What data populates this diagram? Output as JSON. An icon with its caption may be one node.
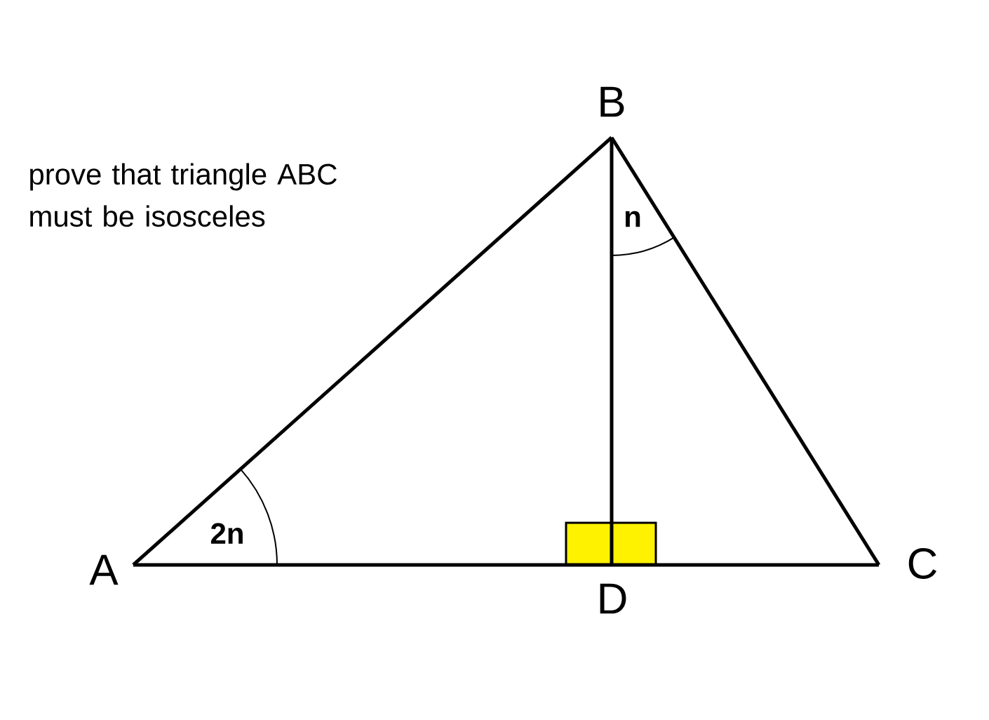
{
  "diagram": {
    "nodes": [
      {
        "text": [
          "A"
        ]
      },
      {
        "text": [
          "B"
        ]
      },
      {
        "text": [
          "C"
        ]
      },
      {
        "text": [
          "D"
        ]
      }
    ],
    "edges": [
      {
        "from": 0,
        "to": 1,
        "arrow": "none"
      },
      {
        "from": 1,
        "to": 2,
        "arrow": "none"
      },
      {
        "from": 0,
        "to": 2,
        "arrow": "none"
      },
      {
        "from": 1,
        "to": 3,
        "arrow": "none"
      }
    ],
    "labels": [
      "prove that triangle ABC must be isosceles",
      "2n",
      "n"
    ]
  }
}
